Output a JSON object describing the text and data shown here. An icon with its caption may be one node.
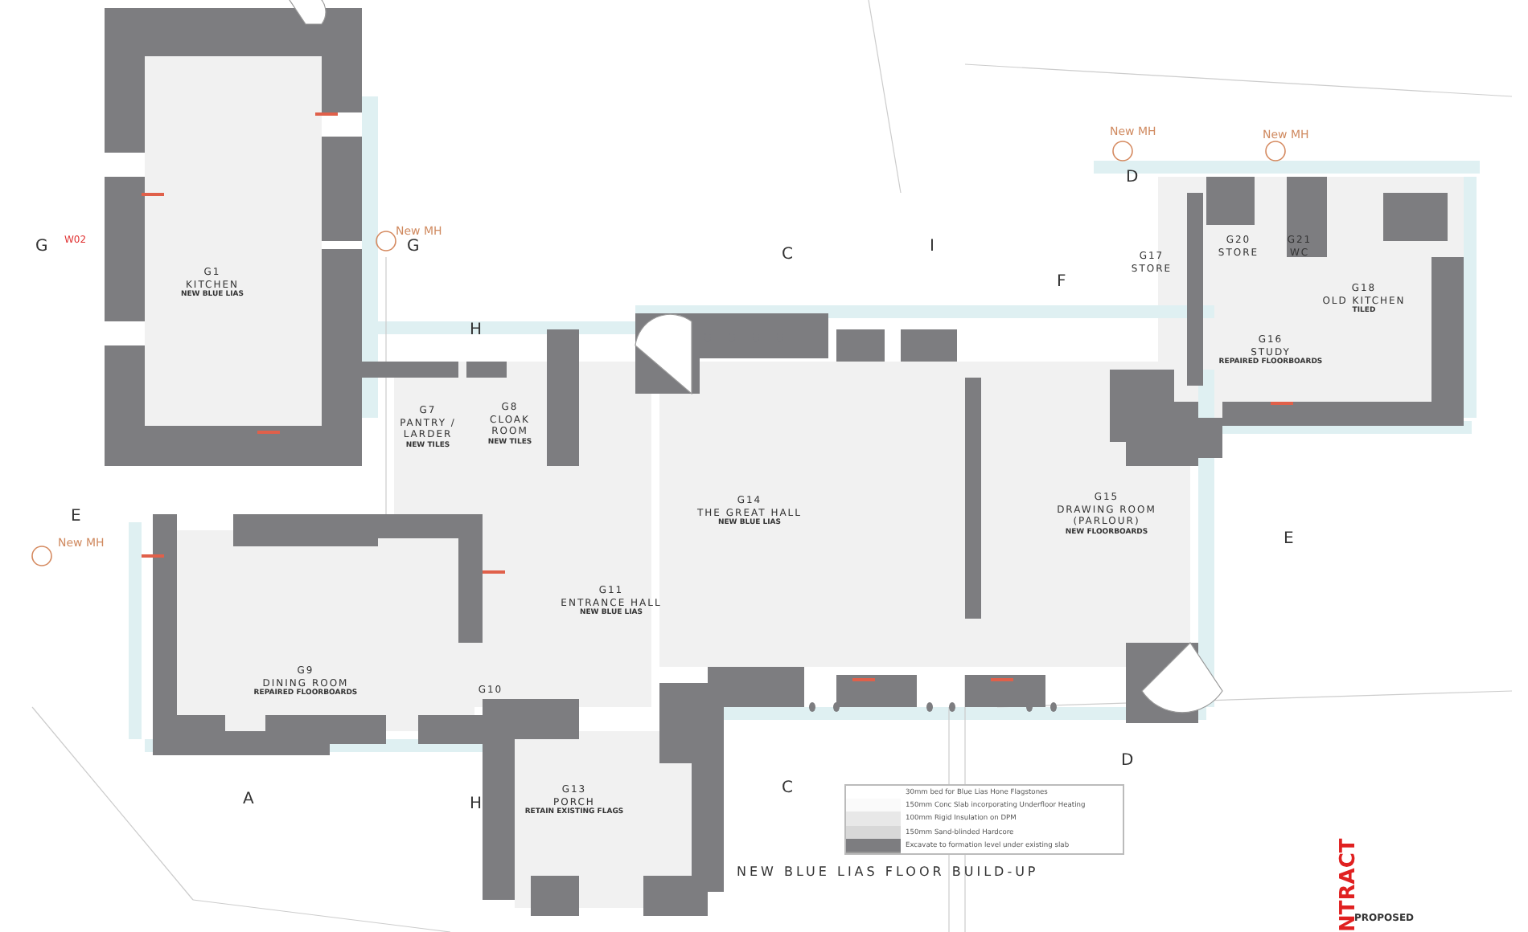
{
  "diagram": {
    "nodes": [
      {
        "text": [
          "G1",
          "KITCHEN",
          "NEW BLUE LIAS"
        ]
      },
      {
        "text": [
          "G7 PANTRY / LARDER",
          "NEW TILES"
        ]
      },
      {
        "text": [
          "G8 CLOAK ROOM",
          "NEW TILES"
        ]
      },
      {
        "text": [
          "G17",
          "STORE"
        ]
      },
      {
        "text": [
          "G20",
          "STORE"
        ]
      },
      {
        "text": [
          "G21",
          "WC"
        ]
      },
      {
        "text": [
          "G18",
          "OLD KITCHEN",
          "TILED"
        ]
      },
      {
        "text": [
          "G16",
          "STUDY",
          "REPAIRED FLOORBOARDS"
        ]
      },
      {
        "text": [
          "G14",
          "THE GREAT HALL",
          "NEW BLUE LIAS"
        ]
      },
      {
        "text": [
          "G15",
          "DRAWING ROOM",
          "(PARLOUR)",
          "NEW FLOORBOARDS"
        ]
      },
      {
        "text": [
          "G11",
          "ENTRANCE HALL",
          "NEW BLUE LIAS"
        ]
      },
      {
        "text": [
          "G9",
          "DINING ROOM",
          "REPAIRED FLOORBOARDS"
        ]
      },
      {
        "text": [
          "G10"
        ]
      },
      {
        "text": [
          "G13",
          "PORCH",
          "RETAIN EXISTING FLAGS"
        ]
      }
    ],
    "labels": [
      "New MH",
      "New MH",
      "D",
      "G",
      "W02",
      "New MH",
      "G",
      "F",
      "H",
      "I",
      "C",
      "E",
      "New MH",
      "E",
      "D",
      "A",
      "H",
      "C",
      "NEW BLUE LIAS FLOOR BUILD-UP",
      "NTRACT",
      "PROPOSED"
    ],
    "legend": [
      {
        "text": "30mm bed for Blue Lias Hone Flagstones"
      },
      {
        "text": "150mm Conc Slab incorporating Underfloor Heating"
      },
      {
        "text": "100mm Rigid Insulation on DPM"
      },
      {
        "text": "150mm Sand-blinded Hardcore"
      },
      {
        "text": "Excavate to formation level under existing slab"
      }
    ]
  }
}
